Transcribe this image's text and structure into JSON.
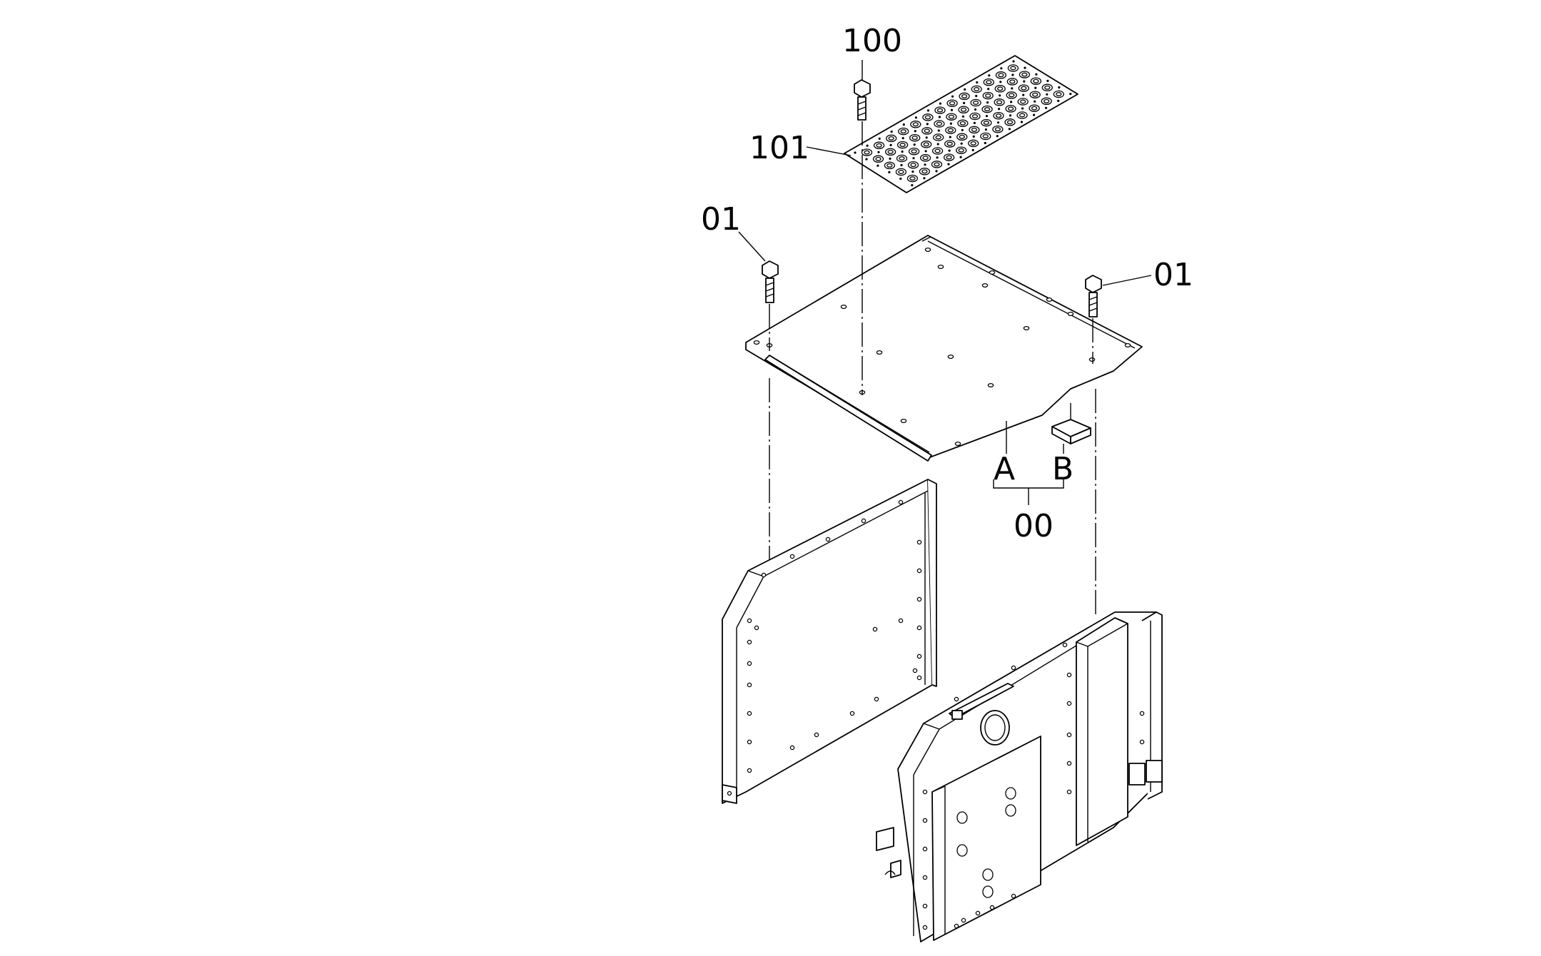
{
  "callouts": {
    "c100": "100",
    "c101": "101",
    "c01_left": "01",
    "c01_right": "01",
    "cA": "A",
    "cB": "B",
    "c00": "00"
  },
  "colors": {
    "line": "#000000",
    "background": "#ffffff"
  }
}
